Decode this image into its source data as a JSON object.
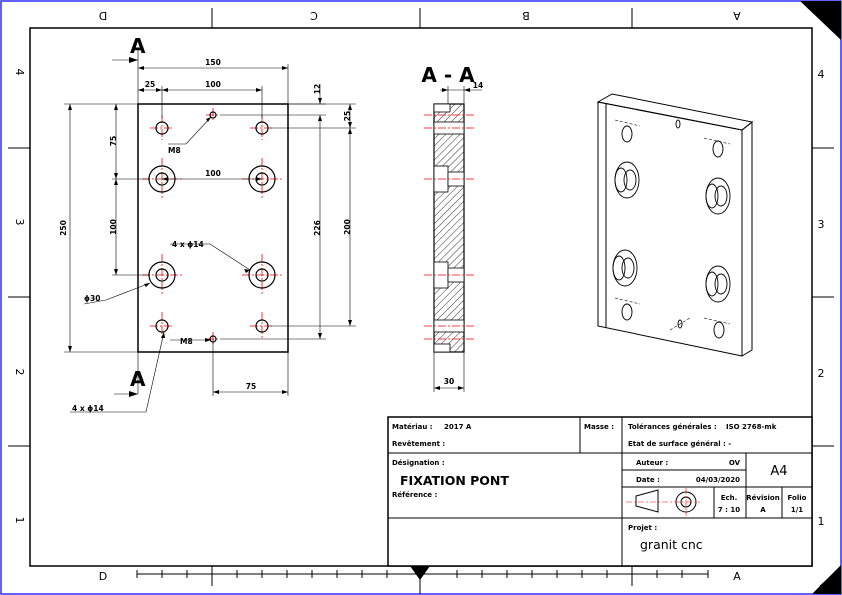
{
  "colors": {
    "background": "#000000",
    "sheet": "#ffffff",
    "outer_border": "#2b2bff",
    "line": "#000000",
    "centerline": "#ff0000"
  },
  "zones": {
    "top": [
      "D",
      "C",
      "B",
      "A"
    ],
    "bottom": [
      "D",
      "A"
    ],
    "left": [
      "4",
      "3",
      "2",
      "1"
    ],
    "right": [
      "4",
      "3",
      "2",
      "1"
    ]
  },
  "front_view": {
    "section_letter_top": "A",
    "section_letter_bottom": "A",
    "dims": {
      "width_150": "150",
      "offset_25_top": "25",
      "span_100_top": "100",
      "height_250": "250",
      "v75": "75",
      "span_100_mid": "100",
      "v100": "100",
      "v12": "12",
      "v25_right": "25",
      "v226": "226",
      "v200": "200",
      "h75_bottom": "75"
    },
    "callouts": {
      "m8_top": "M8",
      "holes_4x14_mid": "4 x ϕ14",
      "dia30": "ϕ30",
      "m8_bottom": "M8",
      "holes_4x14_bottom": "4 x ϕ14"
    }
  },
  "section_view": {
    "title": "A - A",
    "dim_14": "14",
    "dim_30": "30"
  },
  "title_block": {
    "materiau_label": "Matériau :",
    "materiau_value": "2017 A",
    "revetement_label": "Revêtement :",
    "masse_label": "Masse :",
    "tolerances_label": "Tolérances générales :",
    "tolerances_value": "ISO 2768-mk",
    "surface_label": "Etat de surface général : -",
    "designation_label": "Désignation :",
    "designation_value": "FIXATION PONT",
    "reference_label": "Référence :",
    "auteur_label": "Auteur :",
    "auteur_value": "OV",
    "date_label": "Date :",
    "date_value": "04/03/2020",
    "format": "A4",
    "ech_label": "Ech.",
    "ech_value": "7 : 10",
    "revision_label": "Révision",
    "revision_value": "A",
    "folio_label": "Folio",
    "folio_value": "1/1",
    "projet_label": "Projet :",
    "projet_value": "granit cnc"
  }
}
